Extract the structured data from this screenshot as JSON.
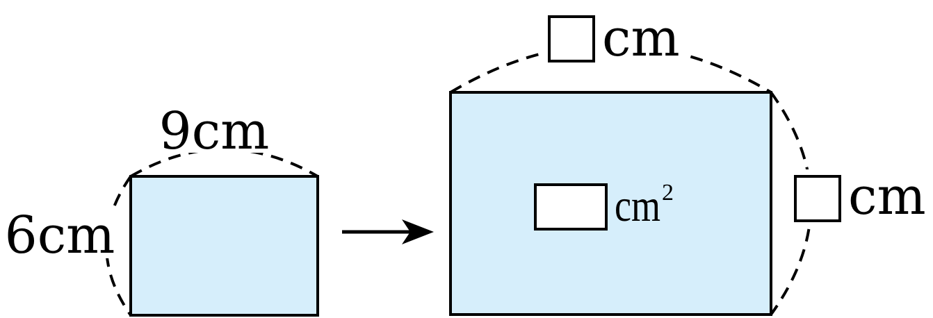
{
  "colors": {
    "rect_fill": "#d6eefb",
    "stroke": "#000000",
    "background": "#ffffff"
  },
  "small_rect": {
    "width_label": "9cm",
    "height_label": "6cm"
  },
  "large_rect": {
    "width_unit": "cm",
    "height_unit": "cm",
    "area_unit": "cm",
    "area_exponent": "2"
  },
  "icons": {
    "arrow": "arrow-right-icon",
    "answer_box": "answer-box-icon"
  }
}
